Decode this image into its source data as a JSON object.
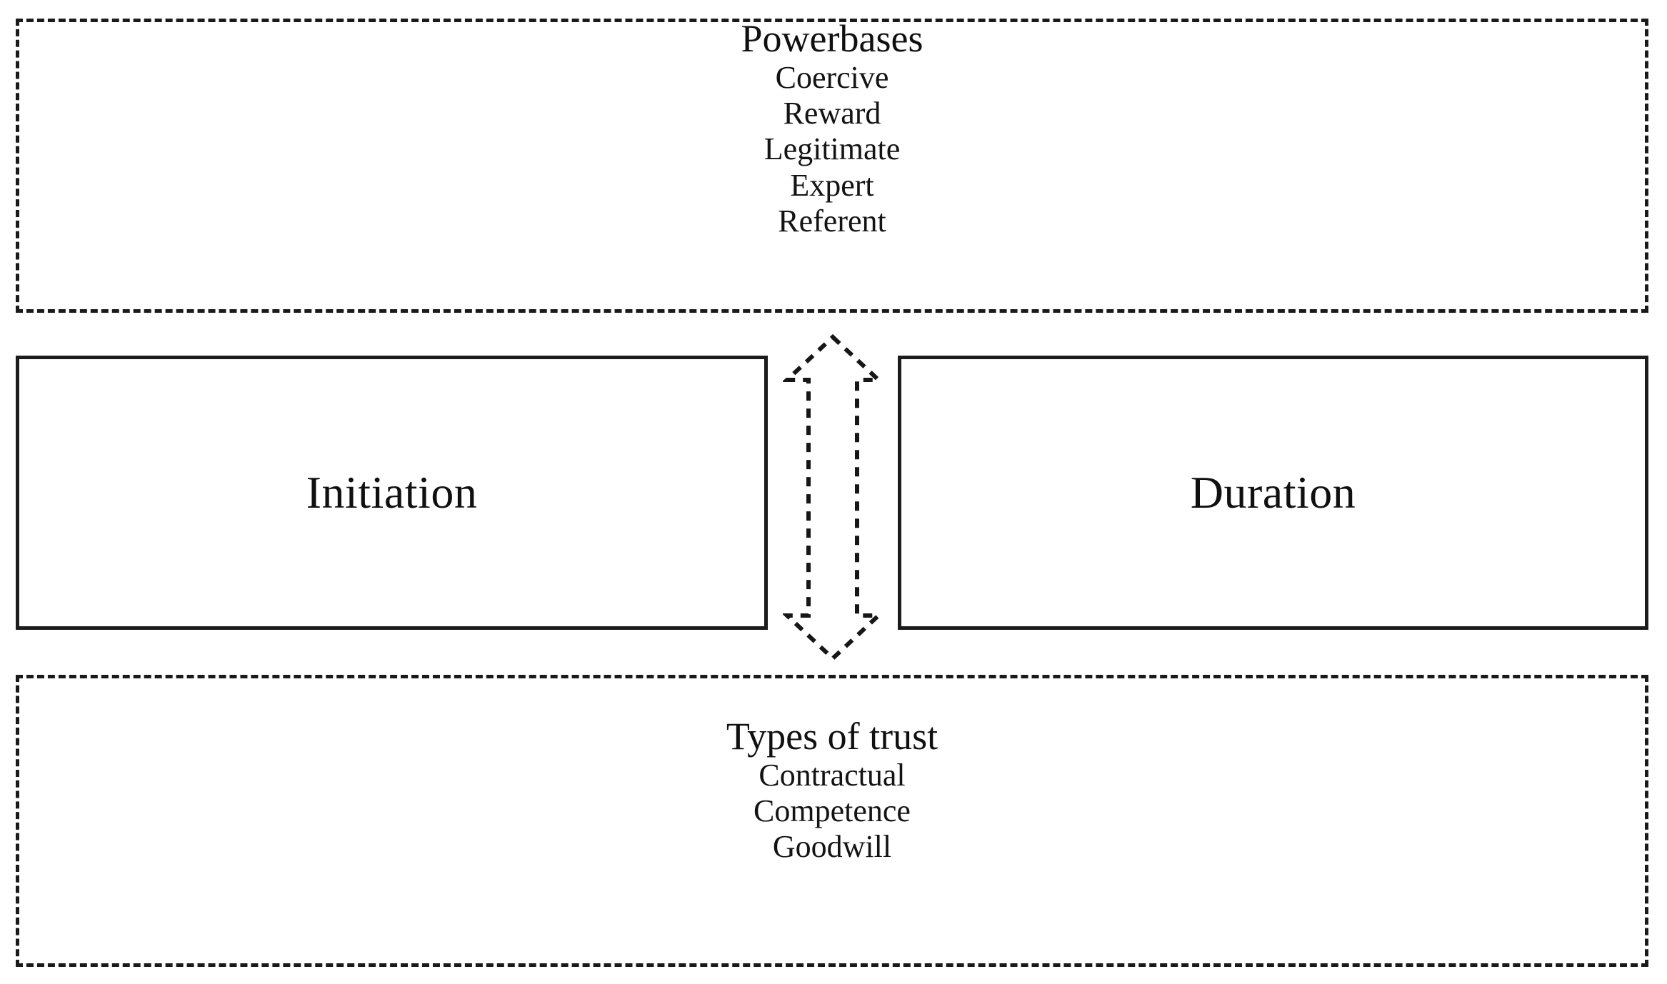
{
  "diagram": {
    "title_hidden": "",
    "powerbases": {
      "heading": "Powerbases",
      "items": [
        "Coercive",
        "Reward",
        "Legitimate",
        "Expert",
        "Referent"
      ]
    },
    "relationship": {
      "left_label": "Initiation",
      "right_label": "Duration",
      "connector": "double-headed-dashed-arrow"
    },
    "trust": {
      "heading": "Types of trust",
      "items": [
        "Contractual",
        "Competence",
        "Goodwill"
      ]
    },
    "colors": {
      "background": "#ffffff",
      "stroke": "#1a1a1a",
      "text": "#101010"
    }
  }
}
